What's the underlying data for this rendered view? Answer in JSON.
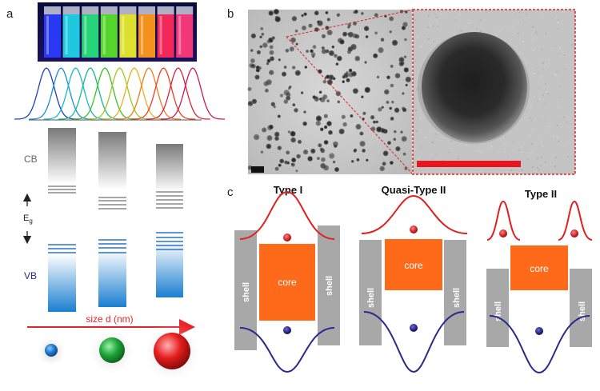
{
  "panels": {
    "a": "a",
    "b": "b",
    "c": "c"
  },
  "panel_a": {
    "vial_colors": [
      "#2a3cff",
      "#1fd4e8",
      "#27e07a",
      "#59e02a",
      "#e8ec2a",
      "#ff9a1a",
      "#ff2a5a",
      "#ff3a7a"
    ],
    "spectrum_colors": [
      "#1d3fbf",
      "#1a8fd8",
      "#1ab7c9",
      "#19b98a",
      "#3cbf2a",
      "#a3c41f",
      "#e6b21b",
      "#f07a1b",
      "#e8421e",
      "#d8223a",
      "#c81a5a"
    ],
    "cb_label": "CB",
    "eg_label": "E",
    "eg_sub": "g",
    "vb_label": "VB",
    "size_label": "size d (nm)",
    "sphere_colors": [
      "#1f7bd6",
      "#1fa63a",
      "#e61e1e"
    ]
  },
  "panel_b": {
    "zoom_frame_color": "#e02020",
    "scalebar_color": "#e8141e"
  },
  "panel_c": {
    "titles": [
      "Type I",
      "Quasi-Type II",
      "Type II"
    ],
    "core_label": "core",
    "shell_label": "shell",
    "core_color": "#ff6a1a",
    "shell_color": "#a8a8a8",
    "electron_wave_color": "#e02020",
    "hole_wave_color": "#2a2a8a",
    "electron_color": "#e01a1a",
    "hole_color": "#1c1a7a"
  }
}
